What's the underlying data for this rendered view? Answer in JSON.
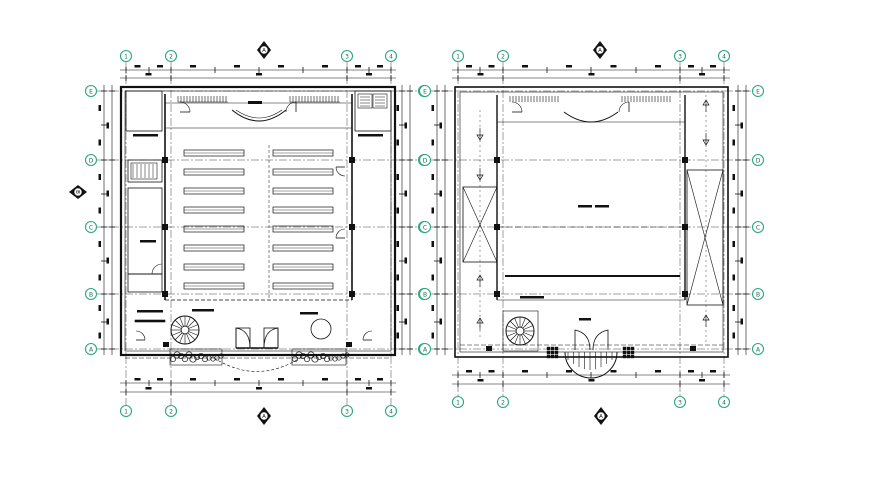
{
  "drawing": {
    "line_color": "#111111",
    "bubble_fill": "#ffffff",
    "bubble_stroke": "#2aa87a",
    "section_mark_color": "#111111"
  },
  "left_plan": {
    "column_grid_labels": [
      "1",
      "2",
      "3",
      "4"
    ],
    "row_grid_labels": [
      "E",
      "D",
      "C",
      "B",
      "A"
    ],
    "section_mark": "A",
    "side_section_mark": "B",
    "pew_rows": 8,
    "pew_columns": 2,
    "icons": [
      "spiral-stair-icon",
      "double-door-icon",
      "planter-icon",
      "font-circle-icon"
    ]
  },
  "right_plan": {
    "column_grid_labels": [
      "1",
      "2",
      "3",
      "4"
    ],
    "row_grid_labels": [
      "E",
      "D",
      "C",
      "B",
      "A"
    ],
    "section_mark": "A",
    "icons": [
      "spiral-stair-icon",
      "double-door-icon",
      "roof-cross-icon"
    ]
  }
}
